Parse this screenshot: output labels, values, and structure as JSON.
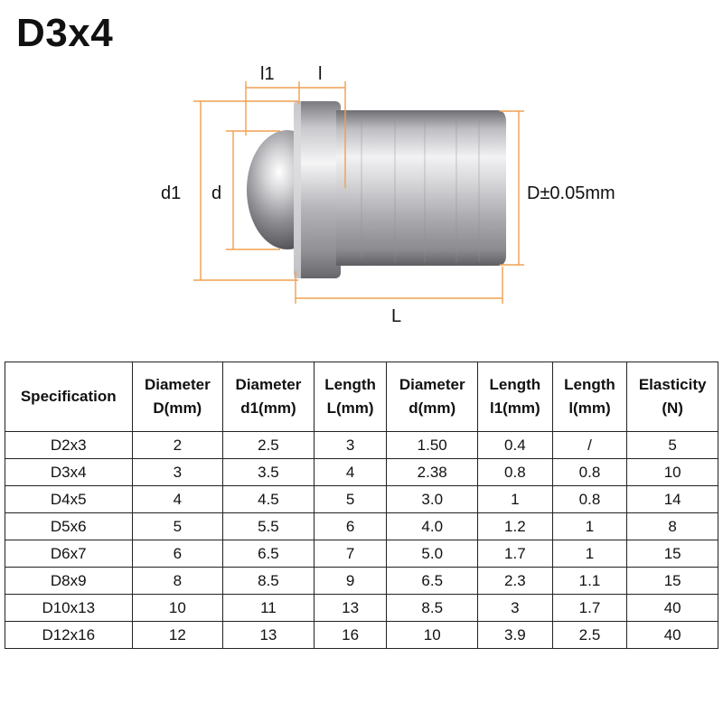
{
  "title": "D3x4",
  "dimensions": {
    "l1": "l1",
    "l": "l",
    "d1": "d1",
    "d": "d",
    "D": "D±0.05mm",
    "L": "L"
  },
  "colors": {
    "dimension_line": "#f0a050",
    "metal_light": "#e8e8ea",
    "metal_dark": "#8a8a8e"
  },
  "table": {
    "headers": [
      [
        "Specification",
        ""
      ],
      [
        "Diameter",
        "D(mm)"
      ],
      [
        "Diameter",
        "d1(mm)"
      ],
      [
        "Length",
        "L(mm)"
      ],
      [
        "Diameter",
        "d(mm)"
      ],
      [
        "Length",
        "l1(mm)"
      ],
      [
        "Length",
        "l(mm)"
      ],
      [
        "Elasticity",
        "(N)"
      ]
    ],
    "rows": [
      [
        "D2x3",
        "2",
        "2.5",
        "3",
        "1.50",
        "0.4",
        "/",
        "5"
      ],
      [
        "D3x4",
        "3",
        "3.5",
        "4",
        "2.38",
        "0.8",
        "0.8",
        "10"
      ],
      [
        "D4x5",
        "4",
        "4.5",
        "5",
        "3.0",
        "1",
        "0.8",
        "14"
      ],
      [
        "D5x6",
        "5",
        "5.5",
        "6",
        "4.0",
        "1.2",
        "1",
        "8"
      ],
      [
        "D6x7",
        "6",
        "6.5",
        "7",
        "5.0",
        "1.7",
        "1",
        "15"
      ],
      [
        "D8x9",
        "8",
        "8.5",
        "9",
        "6.5",
        "2.3",
        "1.1",
        "15"
      ],
      [
        "D10x13",
        "10",
        "11",
        "13",
        "8.5",
        "3",
        "1.7",
        "40"
      ],
      [
        "D12x16",
        "12",
        "13",
        "16",
        "10",
        "3.9",
        "2.5",
        "40"
      ]
    ]
  }
}
